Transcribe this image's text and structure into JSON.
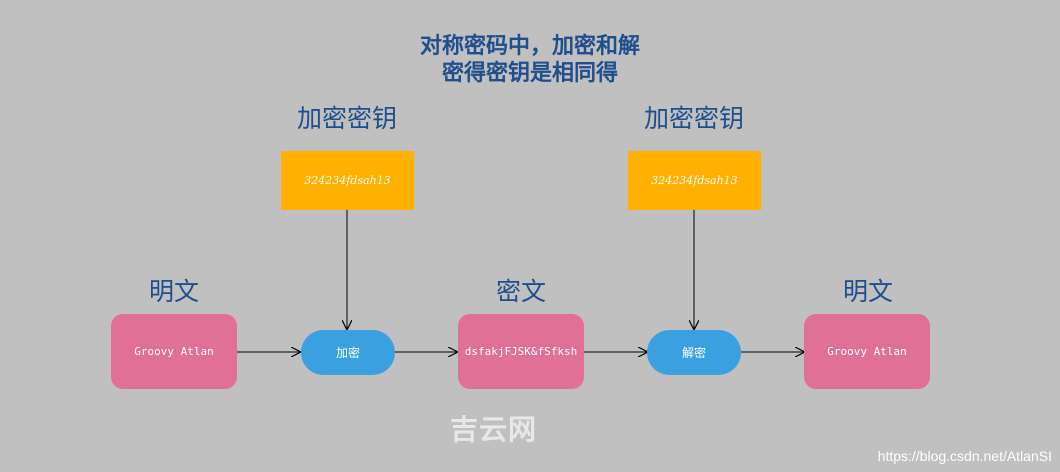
{
  "title": {
    "line1": "对称密码中，加密和解",
    "line2": "密得密钥是相同得"
  },
  "labels": {
    "encrypt_key": "加密密钥",
    "decrypt_key": "加密密钥",
    "plaintext_left": "明文",
    "ciphertext": "密文",
    "plaintext_right": "明文"
  },
  "nodes": {
    "plaintext_left": "Groovy Atlan",
    "encrypt_key_value": "324234fdsah13",
    "encrypt_op": "加密",
    "ciphertext_value": "dsfakjFJSK&fSfksh",
    "decrypt_key_value": "324234fdsah13",
    "decrypt_op": "解密",
    "plaintext_right": "Groovy Atlan"
  },
  "watermark": "吉云网",
  "source_url": "https://blog.csdn.net/AtlanSI",
  "colors": {
    "background": "#c0c0c0",
    "key_box": "#ffb000",
    "text_box": "#e07095",
    "operation": "#3ba0e0",
    "label_text": "#1f4e8c"
  }
}
